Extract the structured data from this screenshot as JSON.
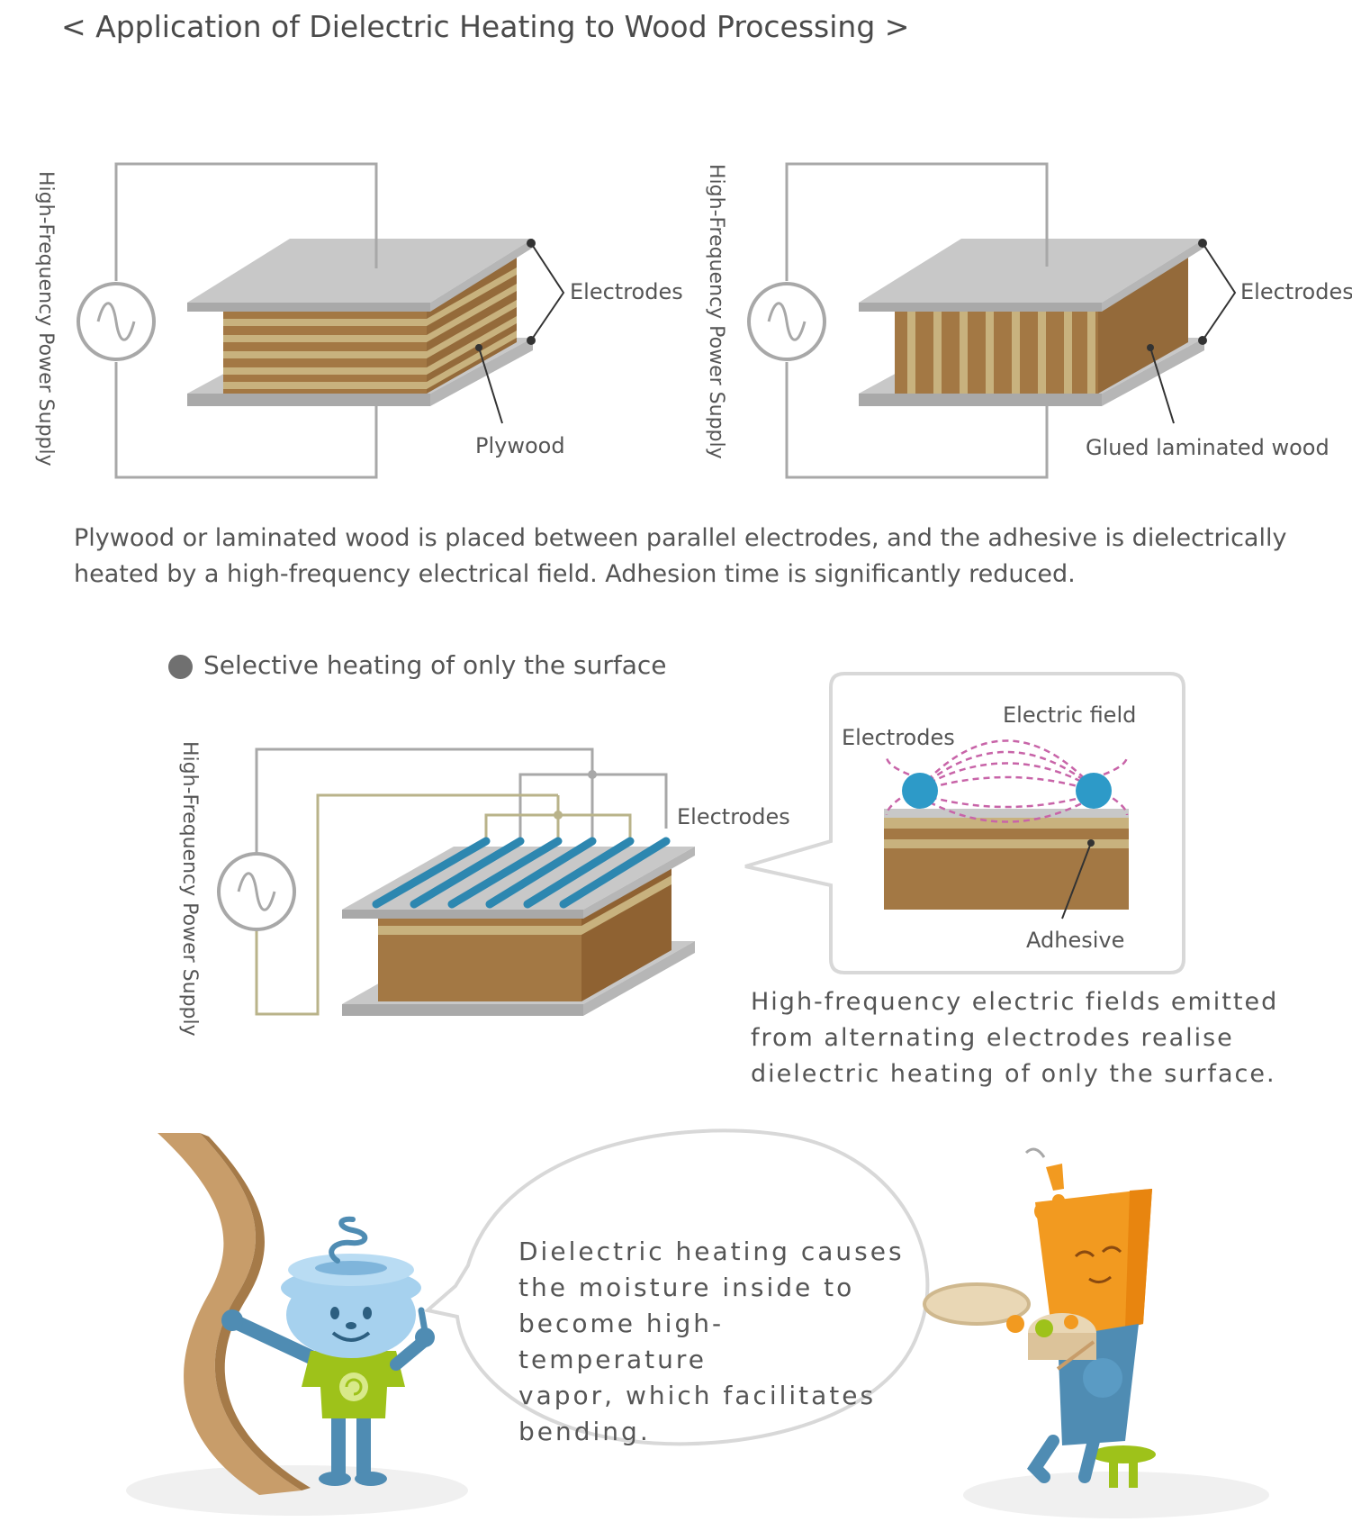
{
  "title": "< Application of Dielectric Heating to Wood Processing >",
  "diagram1": {
    "power_label": "High-Frequency Power Supply",
    "electrodes_label": "Electrodes",
    "material_label": "Plywood"
  },
  "diagram2": {
    "power_label": "High-Frequency Power Supply",
    "electrodes_label": "Electrodes",
    "material_label": "Glued laminated wood"
  },
  "description1": "Plywood or laminated wood is placed between parallel electrodes, and the adhesive is dielectrically heated by a high-frequency electrical field. Adhesion time is significantly reduced.",
  "section2": {
    "heading": "Selective heating of only the surface",
    "power_label": "High-Frequency Power Supply",
    "electrodes_label": "Electrodes",
    "detail": {
      "electrodes_label": "Electrodes",
      "field_label": "Electric field",
      "adhesive_label": "Adhesive"
    },
    "description_lines": [
      "High-frequency electric fields emitted",
      "from alternating electrodes realise",
      "dielectric heating of only the surface."
    ]
  },
  "speech_lines": [
    "Dielectric heating causes",
    "the moisture inside to",
    "become high-temperature",
    "vapor, which facilitates",
    "bending."
  ],
  "colors": {
    "wire_gray": "#a8a8a8",
    "wire_olive": "#b9b38a",
    "plate": "#c8c8c8",
    "wood_dark": "#a37844",
    "wood_light": "#c8b27e",
    "electrode_blue": "#2d87b0",
    "field_pink": "#c864a8",
    "character_blue": "#a6d1ee",
    "character_orange": "#f29a20"
  }
}
